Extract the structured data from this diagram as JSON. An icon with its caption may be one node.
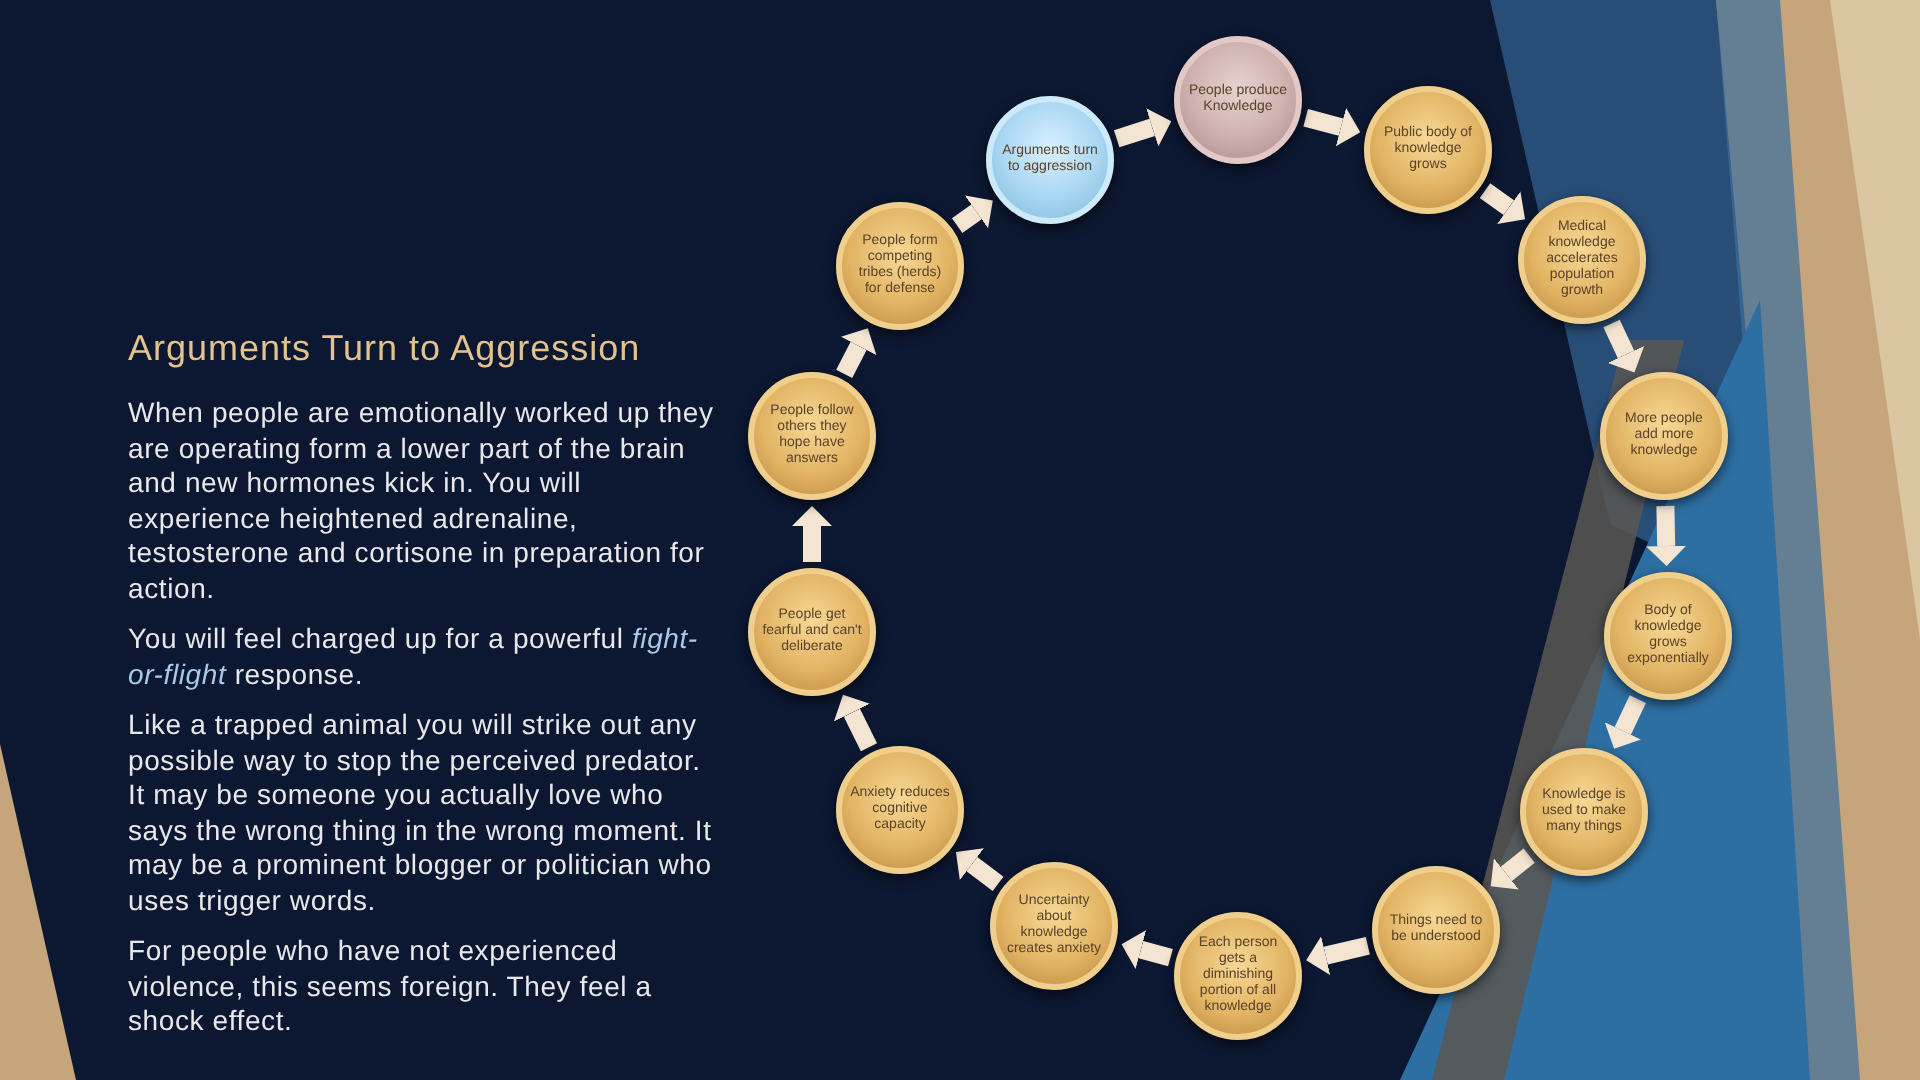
{
  "diagram": {
    "title": "Arguments Turn to Aggression",
    "nodes": [
      {
        "text": [
          "Arguments turn to aggression"
        ]
      },
      {
        "text": [
          "People produce Knowledge"
        ]
      },
      {
        "text": [
          "Public body of knowledge grows"
        ]
      },
      {
        "text": [
          "Medical knowledge accelerates population growth"
        ]
      },
      {
        "text": [
          "More people add more knowledge"
        ]
      },
      {
        "text": [
          "Body of knowledge grows exponentially"
        ]
      },
      {
        "text": [
          "Knowledge is used to make many things"
        ]
      },
      {
        "text": [
          "Things need to be understood"
        ]
      },
      {
        "text": [
          "Each person gets a diminishing portion of all knowledge"
        ]
      },
      {
        "text": [
          "Uncertainty about knowledge creates anxiety"
        ]
      },
      {
        "text": [
          "Anxiety reduces cognitive capacity"
        ]
      },
      {
        "text": [
          "People get fearful and can't deliberate"
        ]
      },
      {
        "text": [
          "People follow others they hope have answers"
        ]
      },
      {
        "text": [
          "People form competing tribes (herds) for defense"
        ]
      }
    ],
    "edges": [
      {
        "from": 0,
        "to": 1,
        "arrow": "to"
      },
      {
        "from": 1,
        "to": 2,
        "arrow": "to"
      },
      {
        "from": 2,
        "to": 3,
        "arrow": "to"
      },
      {
        "from": 3,
        "to": 4,
        "arrow": "to"
      },
      {
        "from": 4,
        "to": 5,
        "arrow": "to"
      },
      {
        "from": 5,
        "to": 6,
        "arrow": "to"
      },
      {
        "from": 6,
        "to": 7,
        "arrow": "to"
      },
      {
        "from": 7,
        "to": 8,
        "arrow": "to"
      },
      {
        "from": 8,
        "to": 9,
        "arrow": "to"
      },
      {
        "from": 9,
        "to": 10,
        "arrow": "to"
      },
      {
        "from": 10,
        "to": 11,
        "arrow": "to"
      },
      {
        "from": 11,
        "to": 12,
        "arrow": "to"
      },
      {
        "from": 12,
        "to": 13,
        "arrow": "to"
      },
      {
        "from": 13,
        "to": 0,
        "arrow": "to"
      }
    ],
    "labels": [
      "When people are emotionally worked up they are operating form a lower part of the brain and new hormones kick in. You will experience heightened adrenaline, testosterone and cortisone in preparation for action.",
      "You will feel charged up for a powerful *fight-or-flight* response.",
      "Like a trapped animal you will strike out any possible way to stop the perceived predator. It may be someone you actually love who says the wrong thing in the wrong moment. It may be a prominent blogger or politician who uses trigger words.",
      "For people who have not experienced violence, this seems foreign. They feel a shock effect."
    ]
  }
}
